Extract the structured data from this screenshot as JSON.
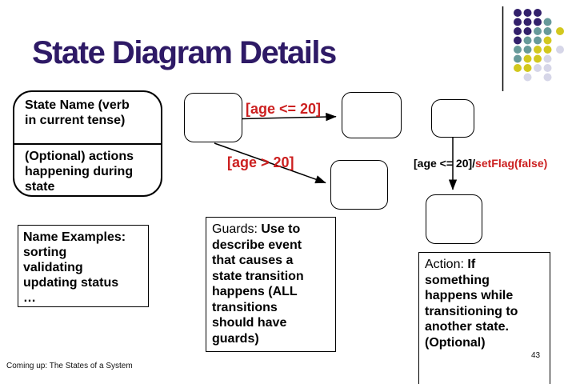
{
  "title": "State Diagram Details",
  "colors": {
    "title": "#2e1a66",
    "guard_red": "#cc2020",
    "text": "#000000",
    "background": "#ffffff"
  },
  "legend_box": {
    "top_lines": [
      "State Name (verb",
      "in current tense)"
    ],
    "bottom_lines": [
      "(Optional) actions",
      "happening during",
      "state"
    ]
  },
  "name_examples_box": {
    "lines": [
      "Name Examples:",
      "sorting",
      "validating",
      "updating status",
      "…"
    ]
  },
  "guards_box": {
    "label": "Guards:",
    "first_line_rest": " Use to",
    "lines": [
      "describe event",
      "that causes a",
      "state transition",
      "happens (ALL",
      "transitions",
      "should have",
      "guards)"
    ]
  },
  "action_box": {
    "label": "Action:",
    "first_line_rest": " If",
    "lines": [
      "something",
      "happens while",
      "transitioning to",
      "another state.",
      "(Optional)"
    ]
  },
  "transitions": {
    "guard1": "[age <= 20]",
    "guard2": "[age > 20]",
    "guard3_event": "[age <= 20]/",
    "guard3_action": "setFlag(false)"
  },
  "footer": "Coming up: The States of a System",
  "page_number": "43",
  "decoration": {
    "palette": {
      "P": "#32206b",
      "T": "#679a9a",
      "Y": "#d2c81e",
      "L": "#d6d6e8"
    },
    "grid": [
      "PPP..",
      "PPPT.",
      "PPTTY",
      "PTTY.",
      "TTYYL",
      "TYYL.",
      "YYLL.",
      ".L.L."
    ]
  }
}
